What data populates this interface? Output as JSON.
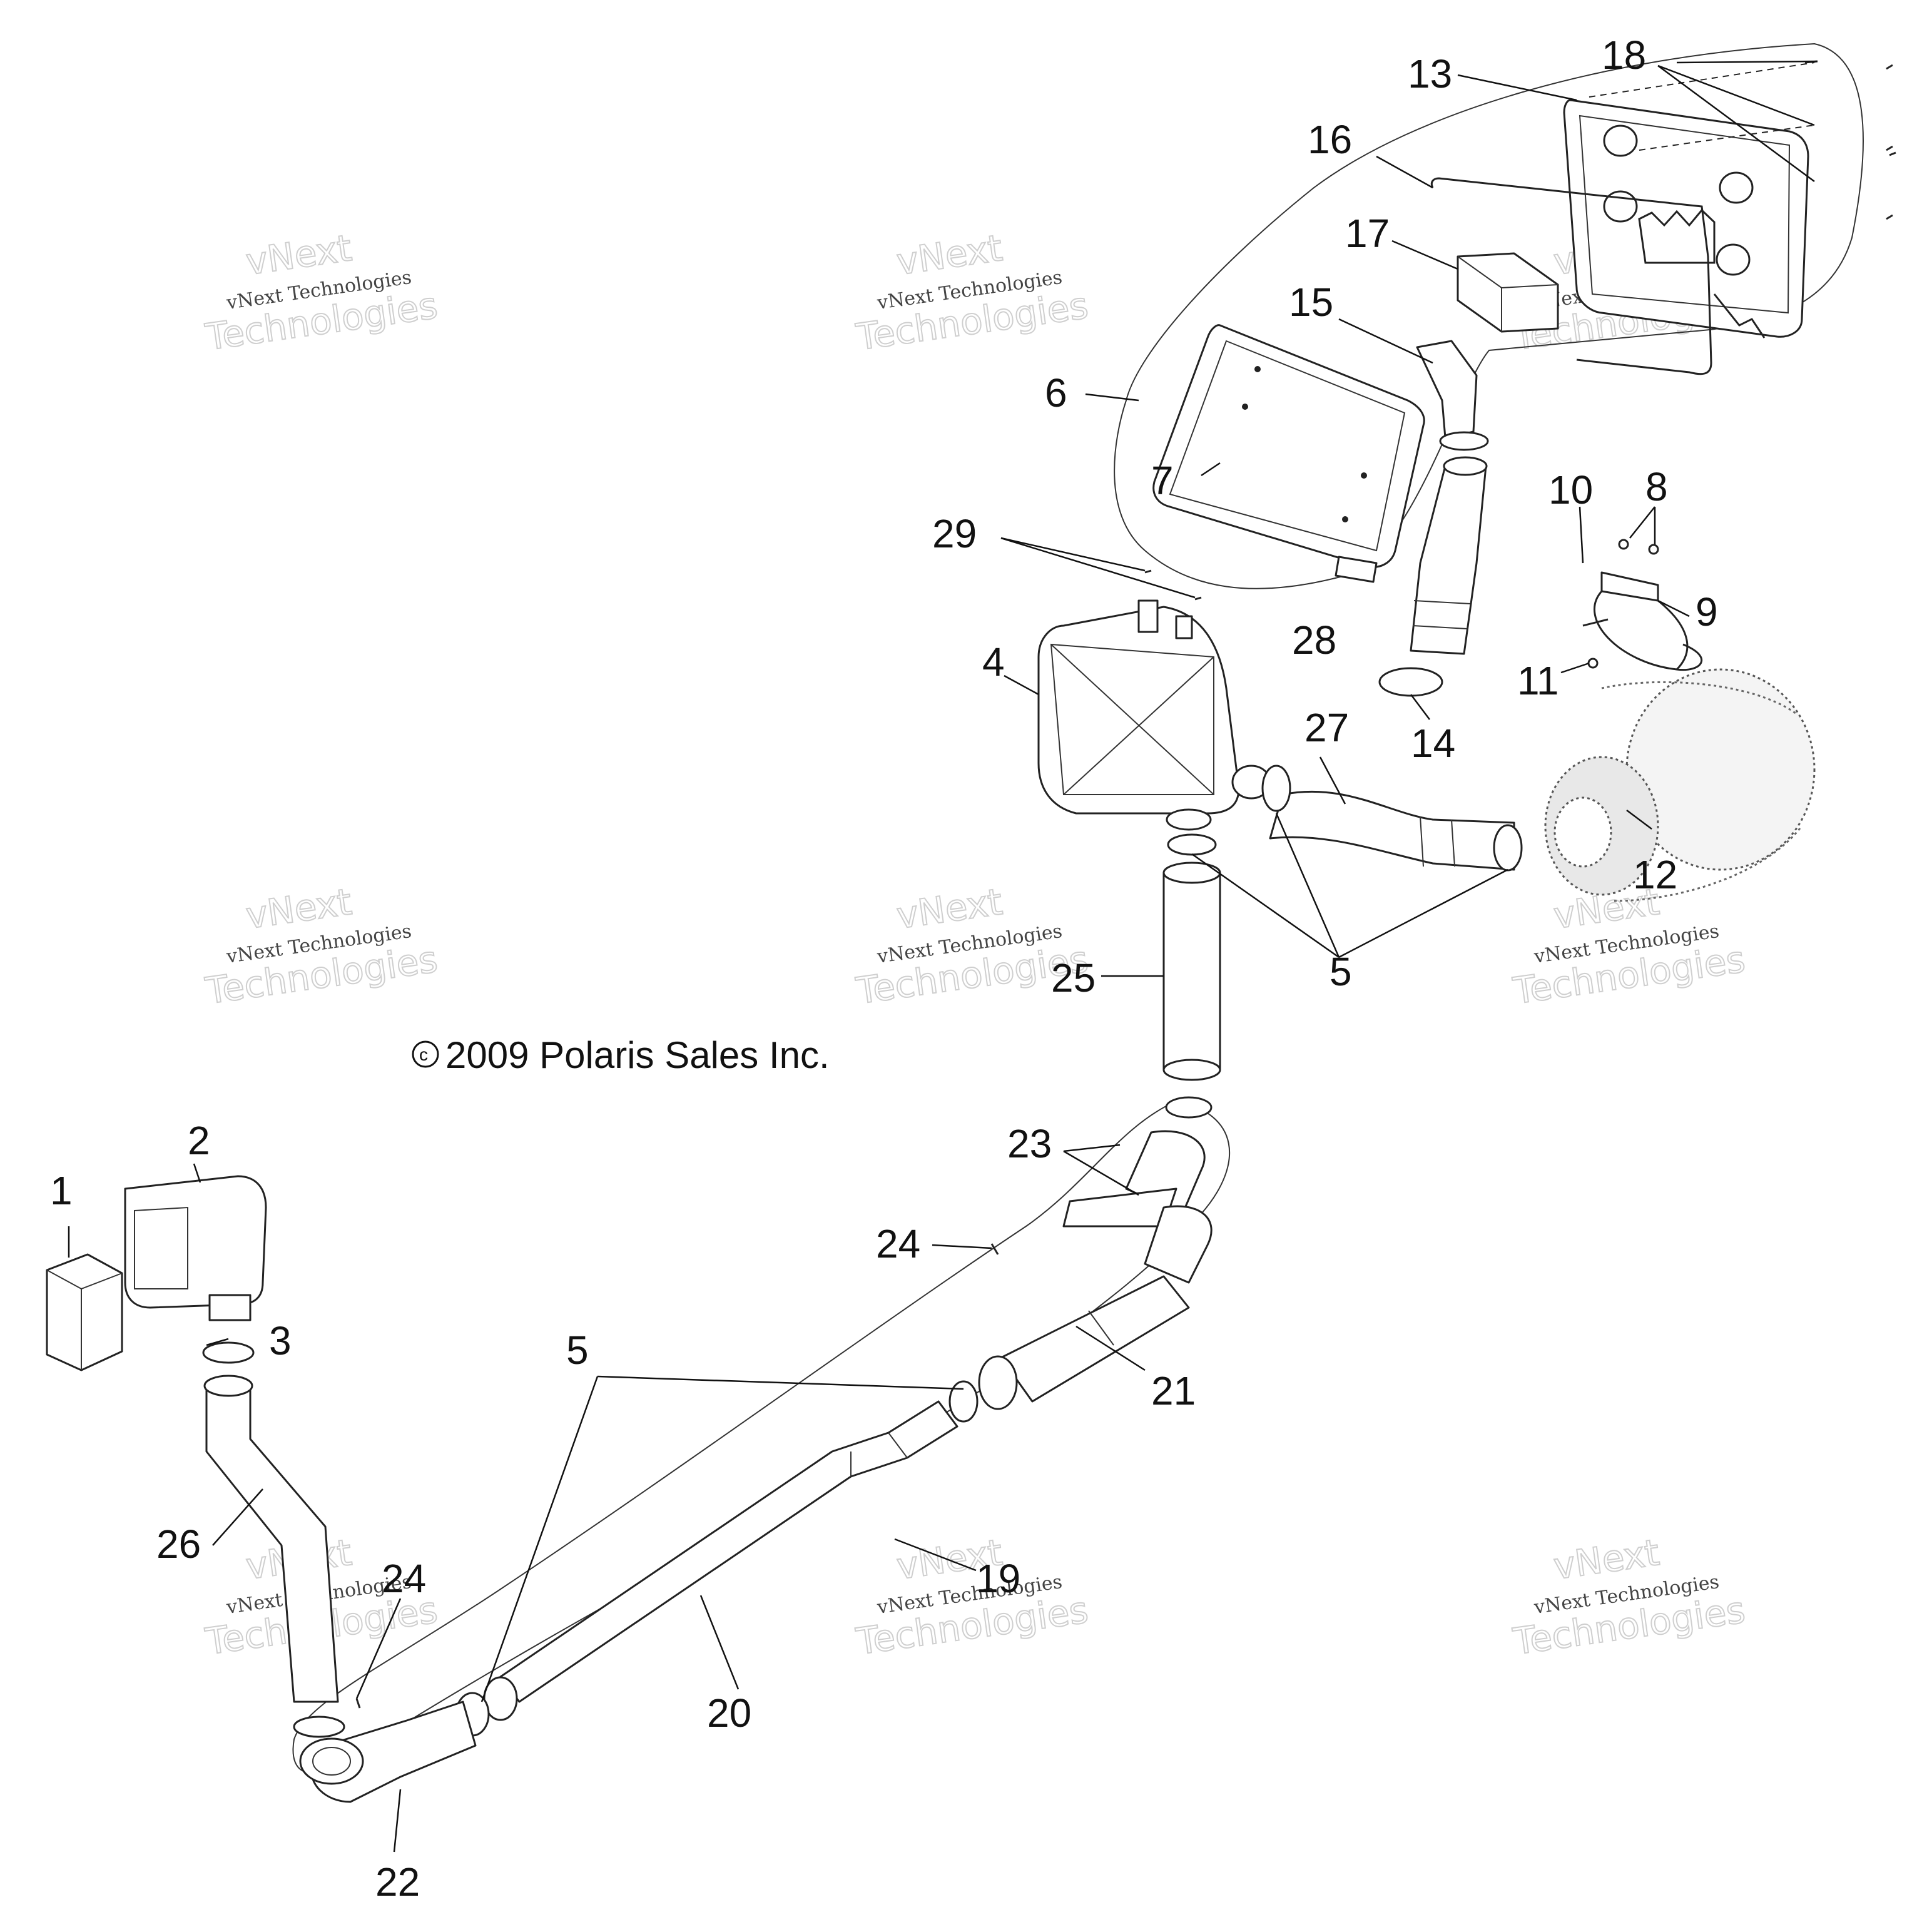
{
  "copyright": "2009 Polaris Sales Inc.",
  "copyright_symbol": "c",
  "watermark": {
    "line1": "vNext Technologies",
    "line2": "vNext",
    "line3": "Technologies"
  },
  "callouts": {
    "c1": "1",
    "c2": "2",
    "c3": "3",
    "c4": "4",
    "c5a": "5",
    "c5b": "5",
    "c6": "6",
    "c7": "7",
    "c8": "8",
    "c9": "9",
    "c10": "10",
    "c11": "11",
    "c12": "12",
    "c13": "13",
    "c14": "14",
    "c15": "15",
    "c16": "16",
    "c17": "17",
    "c18": "18",
    "c19": "19",
    "c20": "20",
    "c21": "21",
    "c22": "22",
    "c23": "23",
    "c24a": "24",
    "c24b": "24",
    "c25": "25",
    "c26": "26",
    "c27": "27",
    "c28": "28",
    "c29": "29"
  }
}
